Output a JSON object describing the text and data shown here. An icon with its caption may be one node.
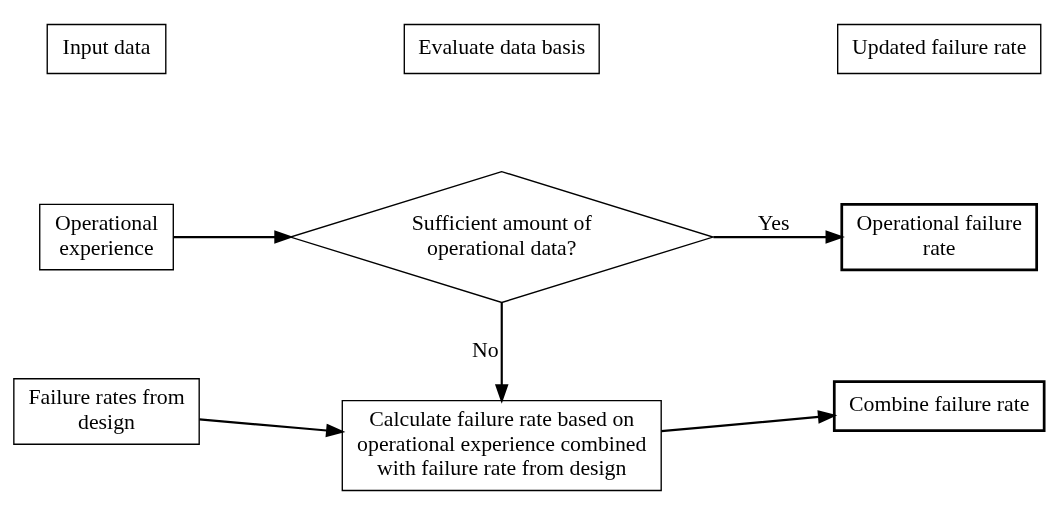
{
  "diagram": {
    "nodes": [
      {
        "text": [
          "Input data"
        ]
      },
      {
        "text": [
          "Evaluate data basis"
        ]
      },
      {
        "text": [
          "Updated failure rate"
        ]
      },
      {
        "text": [
          "Operational experience"
        ]
      },
      {
        "text": [
          "Sufficient amount of operational data?"
        ]
      },
      {
        "text": [
          "Operational failure rate"
        ]
      },
      {
        "text": [
          "Failure rates from design"
        ]
      },
      {
        "text": [
          "Calculate failure rate based on operational experience combined with failure rate from design"
        ]
      },
      {
        "text": [
          "Combine failure rate"
        ]
      }
    ],
    "edges": [
      {
        "from": 3,
        "to": 4,
        "arrow": "to"
      },
      {
        "from": 4,
        "to": 5,
        "arrow": "to",
        "label": "Yes"
      },
      {
        "from": 4,
        "to": 7,
        "arrow": "to",
        "label": "No"
      },
      {
        "from": 6,
        "to": 7,
        "arrow": "to"
      },
      {
        "from": 7,
        "to": 8,
        "arrow": "to"
      }
    ]
  }
}
